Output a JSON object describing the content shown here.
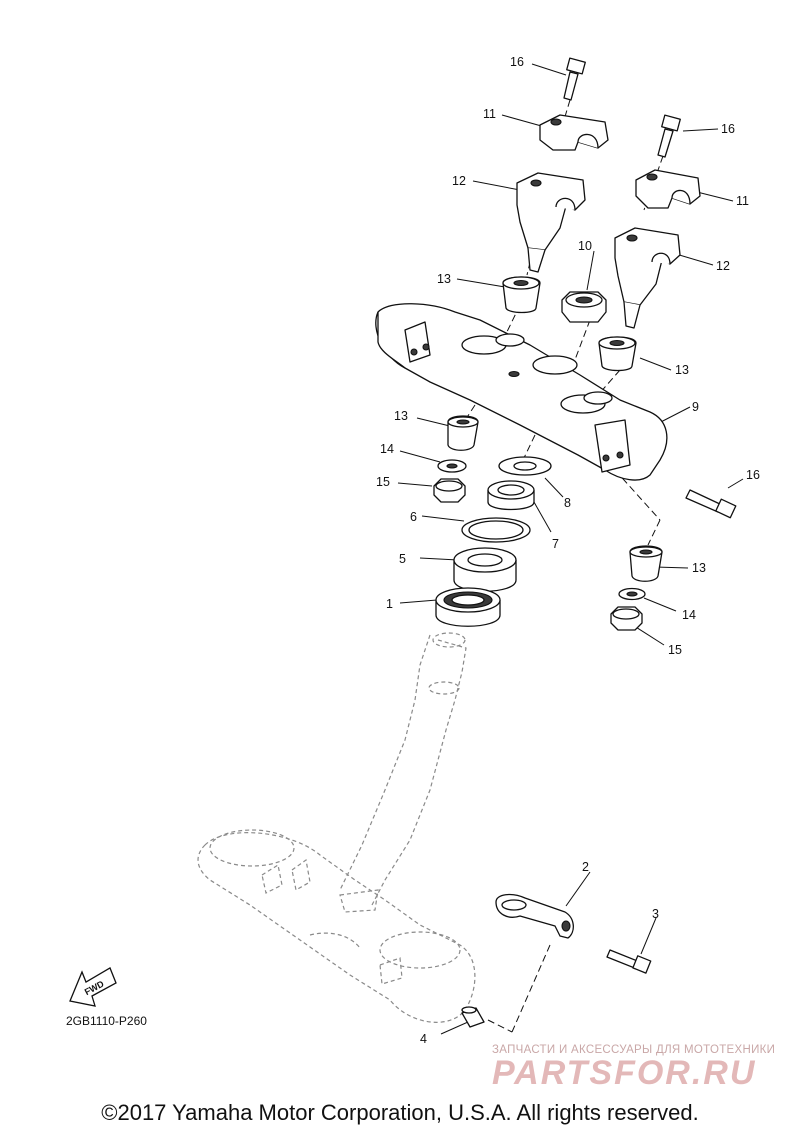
{
  "callouts": {
    "c1": "1",
    "c2": "2",
    "c3": "3",
    "c4": "4",
    "c5": "5",
    "c6": "6",
    "c7": "7",
    "c8": "8",
    "c9": "9",
    "c10": "10",
    "c11a": "11",
    "c11b": "11",
    "c12a": "12",
    "c12b": "12",
    "c13a": "13",
    "c13b": "13",
    "c13c": "13",
    "c13d": "13",
    "c14a": "14",
    "c14b": "14",
    "c15a": "15",
    "c15b": "15",
    "c16a": "16",
    "c16b": "16",
    "c16c": "16"
  },
  "fwd_label": "FWD",
  "reference_code": "2GB1110-P260",
  "watermark": {
    "subtitle": "ЗАПЧАСТИ И АКСЕССУАРЫ ДЛЯ МОТОТЕХНИКИ",
    "brand": "PARTSFOR.RU"
  },
  "copyright": "©2017 Yamaha Motor Corporation, U.S.A. All rights reserved."
}
